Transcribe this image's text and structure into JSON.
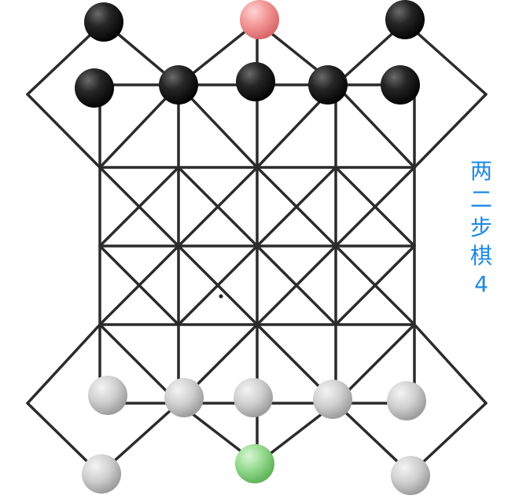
{
  "game": {
    "title_chars": [
      "两",
      "二",
      "步",
      "棋",
      "4"
    ],
    "colors": {
      "line": "#2b2b2b",
      "black_piece": "#1c1c1c",
      "gray_piece": "#c9c9c9",
      "red_piece": "#f08e8e",
      "green_piece": "#8fd88a",
      "title": "#1e88e5"
    },
    "pieces": [
      {
        "name": "black-piece-top-left",
        "color": "black",
        "pos": "top-left-corner"
      },
      {
        "name": "red-piece-top-center",
        "color": "red",
        "pos": "top-center-apex"
      },
      {
        "name": "black-piece-top-right",
        "color": "black",
        "pos": "top-right-corner"
      },
      {
        "name": "black-piece-row1-col1",
        "color": "black",
        "pos": "row1-col1"
      },
      {
        "name": "black-piece-row1-col2",
        "color": "black",
        "pos": "row1-col2"
      },
      {
        "name": "black-piece-row1-col3",
        "color": "black",
        "pos": "row1-col3"
      },
      {
        "name": "black-piece-row1-col4",
        "color": "black",
        "pos": "row1-col4"
      },
      {
        "name": "black-piece-row1-col5",
        "color": "black",
        "pos": "row1-col5"
      },
      {
        "name": "gray-piece-row7-col1",
        "color": "gray",
        "pos": "row7-col1"
      },
      {
        "name": "gray-piece-row7-col2",
        "color": "gray",
        "pos": "row7-col2"
      },
      {
        "name": "gray-piece-row7-col3",
        "color": "gray",
        "pos": "row7-col3"
      },
      {
        "name": "gray-piece-row7-col4",
        "color": "gray",
        "pos": "row7-col4"
      },
      {
        "name": "gray-piece-row7-col5",
        "color": "gray",
        "pos": "row7-col5"
      },
      {
        "name": "gray-piece-bottom-left",
        "color": "gray",
        "pos": "bottom-left-corner"
      },
      {
        "name": "green-piece-bottom-center",
        "color": "green",
        "pos": "bottom-center-apex"
      },
      {
        "name": "gray-piece-bottom-right",
        "color": "gray",
        "pos": "bottom-right-corner"
      }
    ]
  }
}
